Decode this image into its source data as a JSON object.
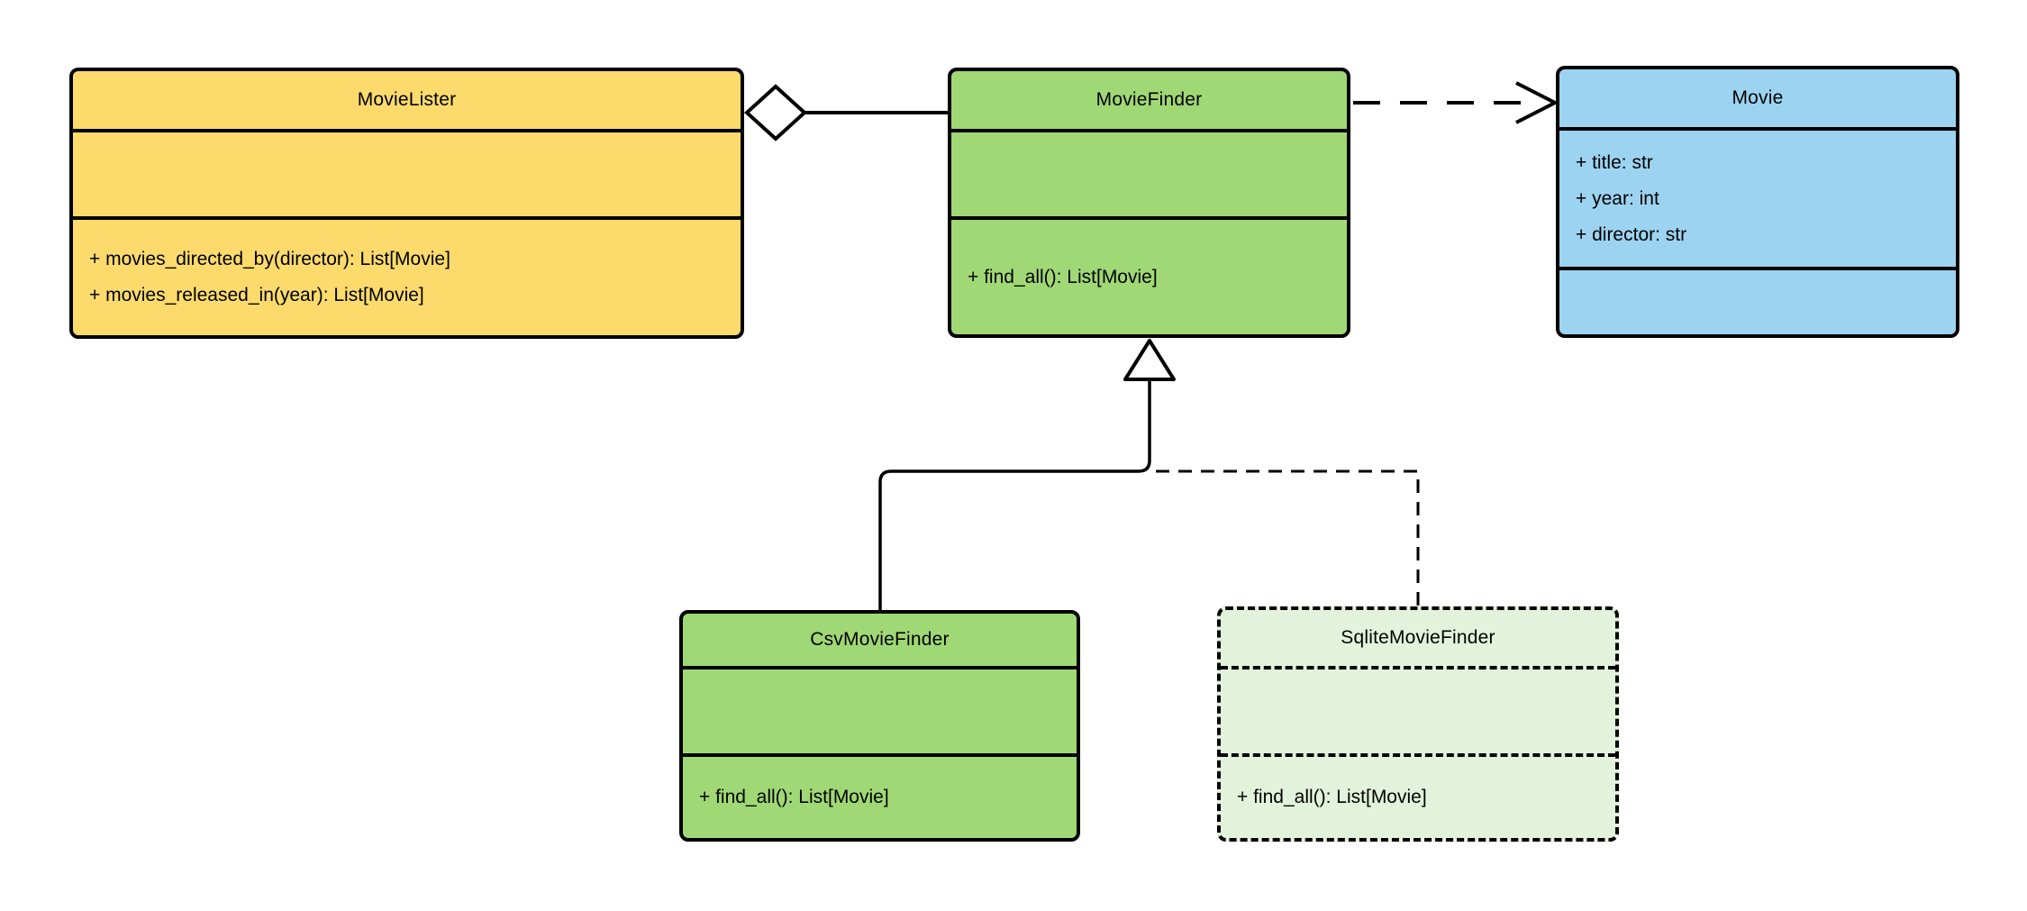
{
  "diagram": {
    "type": "uml-class-diagram",
    "background_color": "#ffffff",
    "stroke_color": "#000000",
    "classes": [
      {
        "name": "MovieLister",
        "fill": "#FCDB6C",
        "border_style": "solid",
        "attributes": [],
        "methods": [
          "+ movies_directed_by(director): List[Movie]",
          "+ movies_released_in(year): List[Movie]"
        ]
      },
      {
        "name": "MovieFinder",
        "fill": "#9FD874",
        "border_style": "solid",
        "attributes": [],
        "methods": [
          "+ find_all(): List[Movie]"
        ]
      },
      {
        "name": "Movie",
        "fill": "#9CD3F0",
        "border_style": "solid",
        "attributes": [
          "+ title: str",
          "+ year: int",
          "+ director: str"
        ],
        "methods": []
      },
      {
        "name": "CsvMovieFinder",
        "fill": "#9FD874",
        "border_style": "solid",
        "attributes": [],
        "methods": [
          "+ find_all(): List[Movie]"
        ]
      },
      {
        "name": "SqliteMovieFinder",
        "fill": "#E2F2DB",
        "border_style": "dashed",
        "attributes": [],
        "methods": [
          "+ find_all(): List[Movie]"
        ]
      }
    ],
    "relationships": [
      {
        "type": "aggregation",
        "from": "MovieLister",
        "to": "MovieFinder",
        "line_style": "solid",
        "marker": "hollow-diamond"
      },
      {
        "type": "dependency",
        "from": "MovieFinder",
        "to": "Movie",
        "line_style": "dashed",
        "marker": "open-arrow"
      },
      {
        "type": "generalization",
        "from": "CsvMovieFinder",
        "to": "MovieFinder",
        "line_style": "solid",
        "marker": "hollow-triangle"
      },
      {
        "type": "generalization",
        "from": "SqliteMovieFinder",
        "to": "MovieFinder",
        "line_style": "dashed",
        "marker": "hollow-triangle"
      }
    ]
  }
}
